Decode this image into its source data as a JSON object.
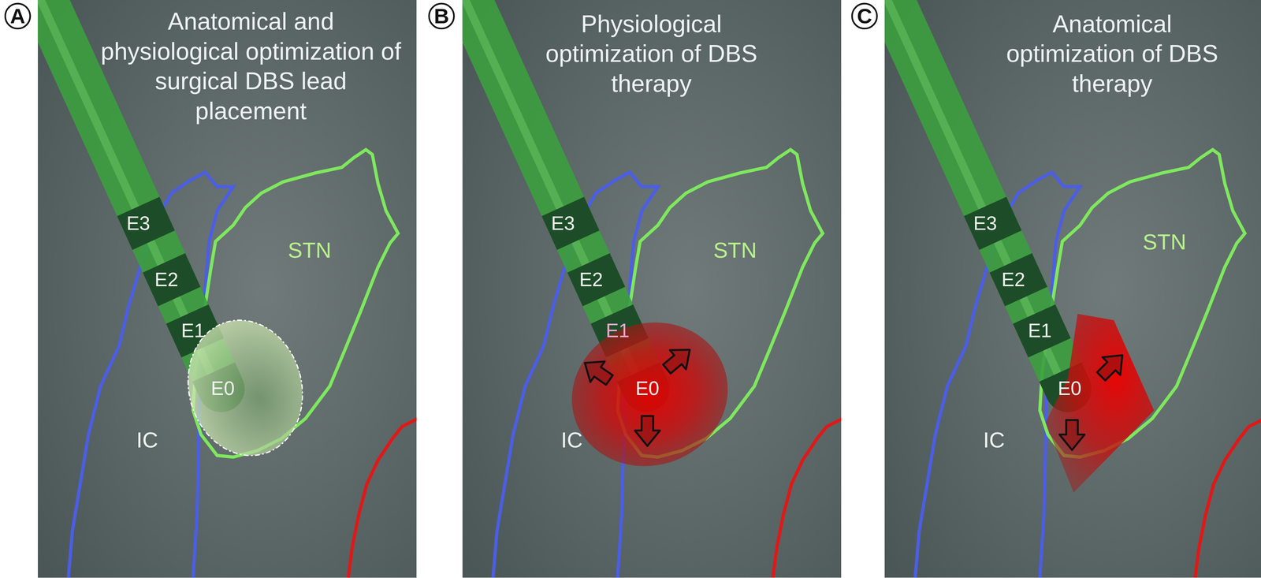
{
  "diagram": {
    "nodes": [
      {
        "text": [
          "A"
        ]
      },
      {
        "text": [
          "B"
        ]
      },
      {
        "text": [
          "C"
        ]
      }
    ],
    "labels": [
      "Anatomical and physiological optimization of surgical DBS lead placement",
      "E3",
      "E2",
      "E1",
      "E0",
      "STN",
      "IC",
      "Physiological optimization of DBS therapy",
      "E3",
      "E2",
      "E1",
      "E0",
      "STN",
      "IC",
      "Anatomical optimization of DBS therapy",
      "E3",
      "E2",
      "E1",
      "E0",
      "STN",
      "IC"
    ]
  }
}
